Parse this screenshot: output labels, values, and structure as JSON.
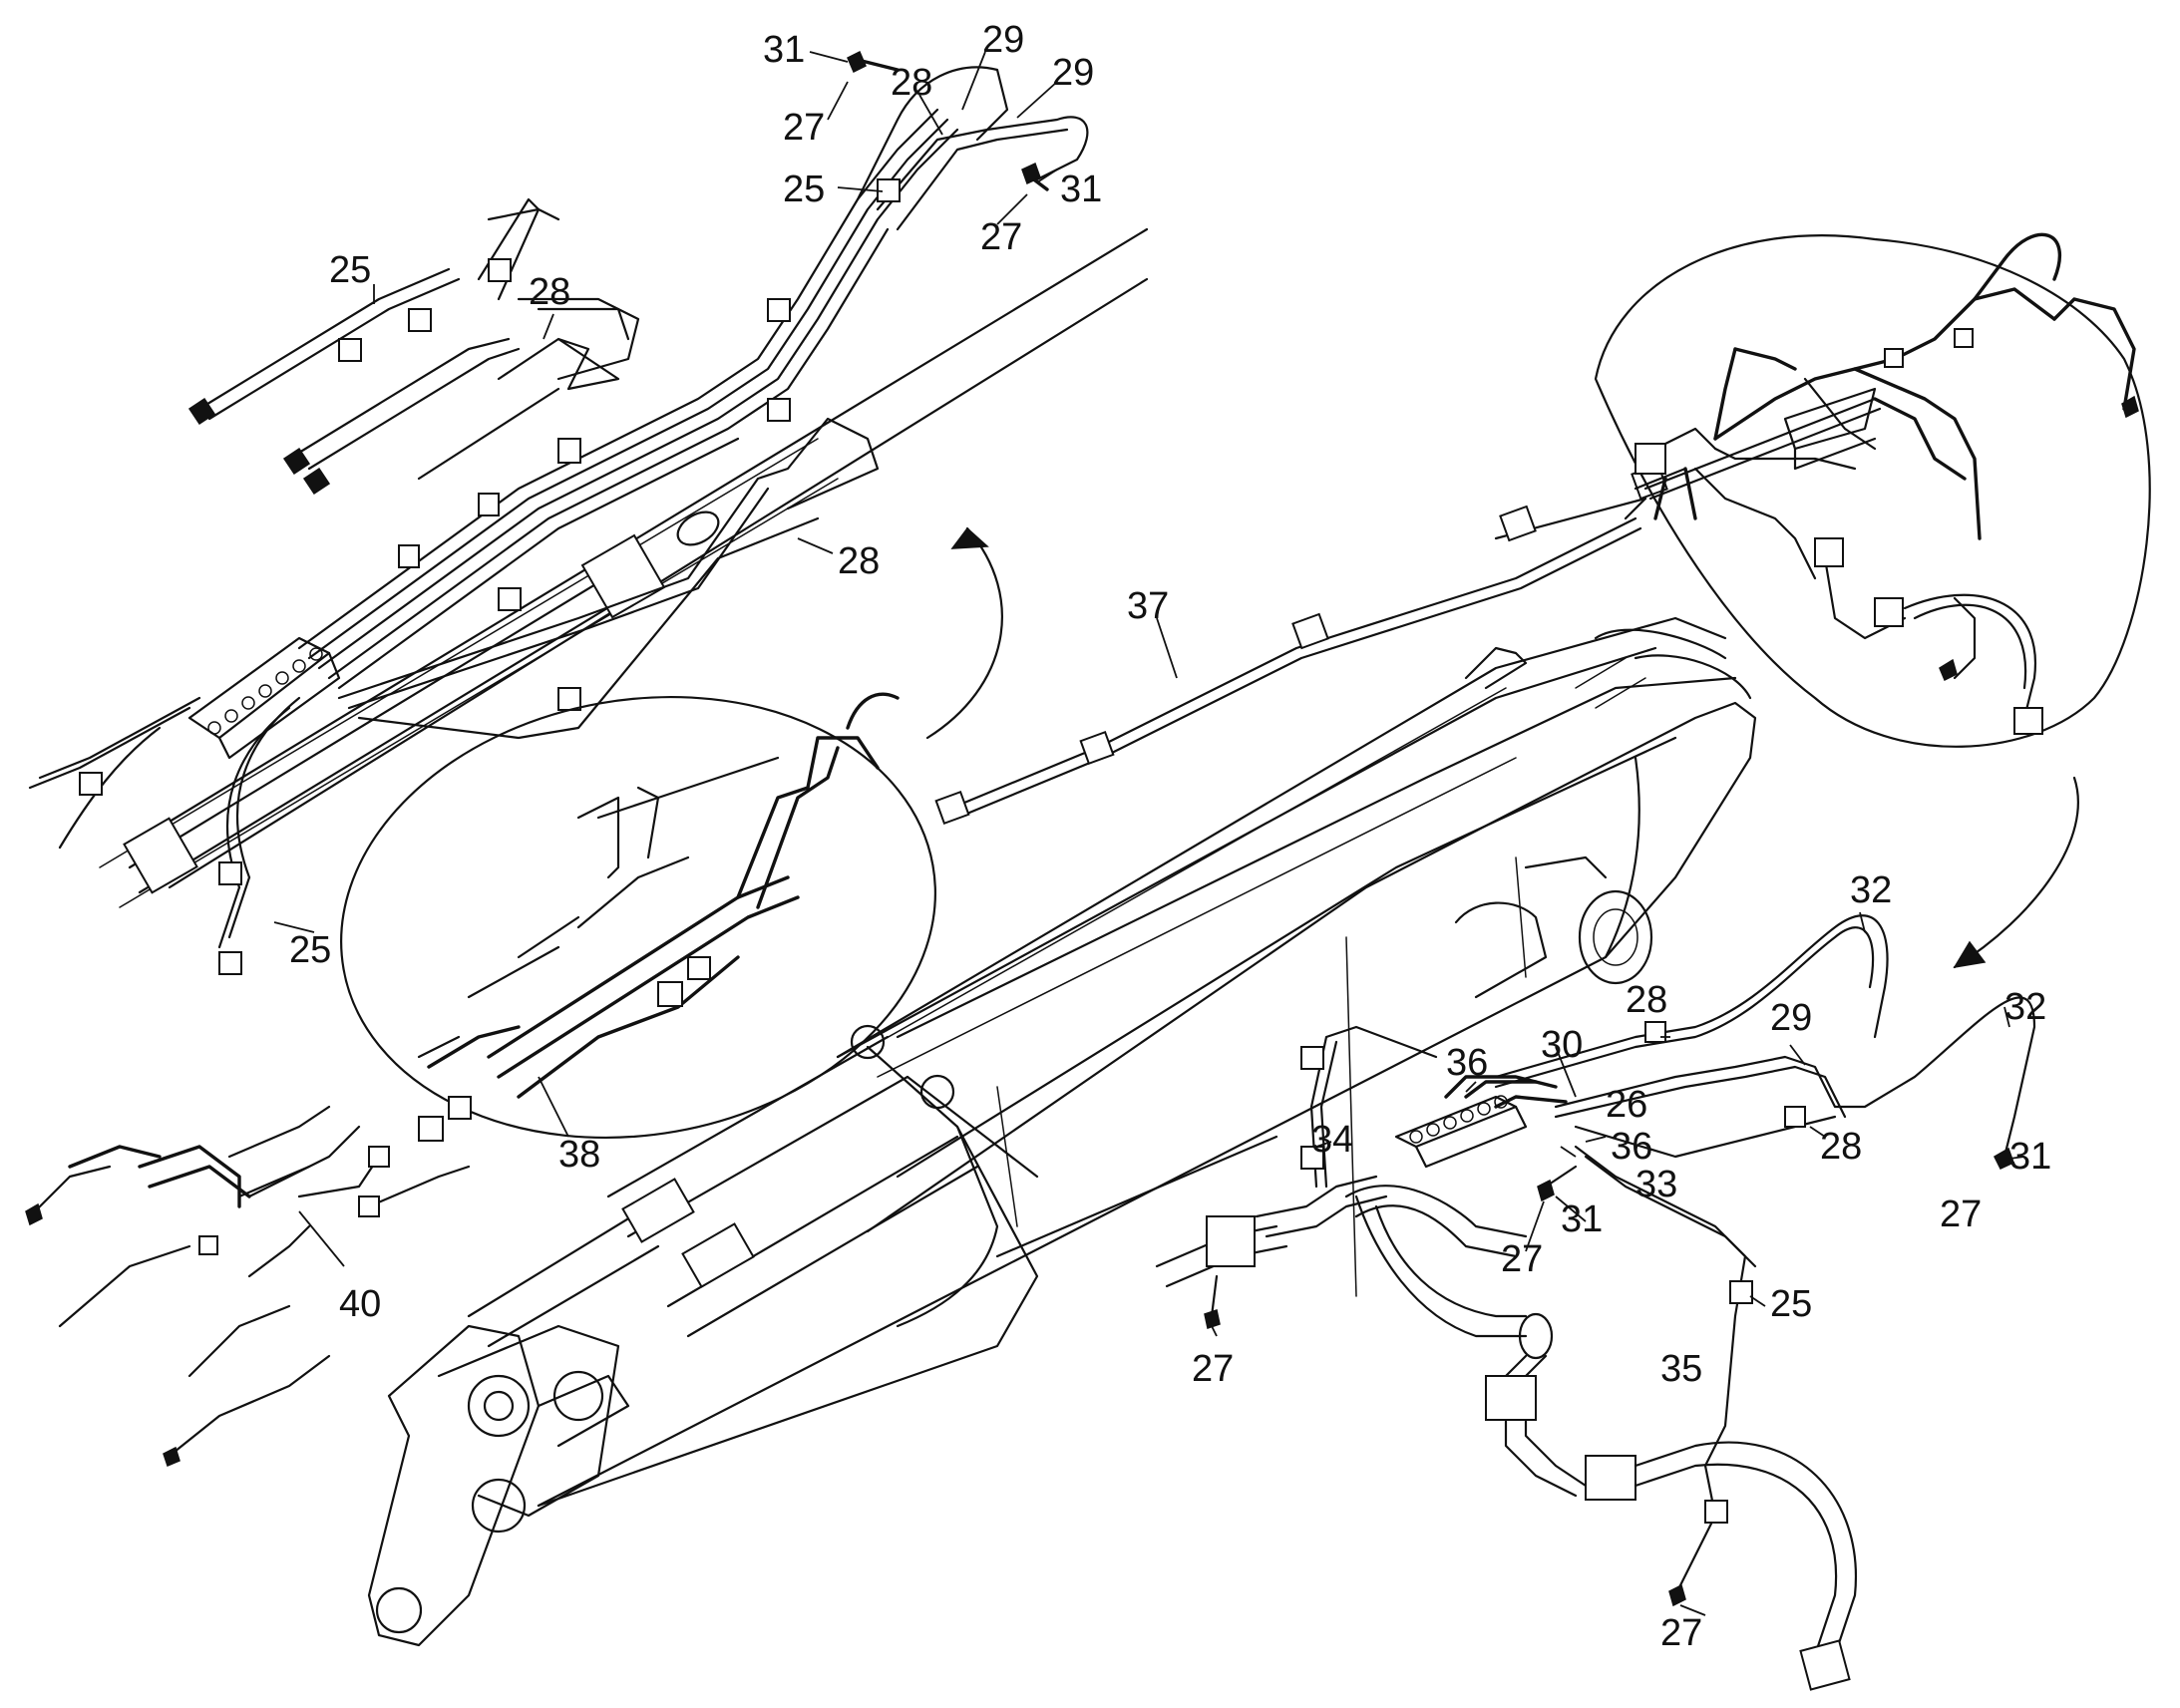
{
  "callouts": [
    {
      "id": "c1",
      "text": "31"
    },
    {
      "id": "c2",
      "text": "29"
    },
    {
      "id": "c3",
      "text": "29"
    },
    {
      "id": "c4",
      "text": "28"
    },
    {
      "id": "c5",
      "text": "27"
    },
    {
      "id": "c6",
      "text": "25"
    },
    {
      "id": "c7",
      "text": "31"
    },
    {
      "id": "c8",
      "text": "27"
    },
    {
      "id": "c9",
      "text": "25"
    },
    {
      "id": "c10",
      "text": "28"
    },
    {
      "id": "c11",
      "text": "28"
    },
    {
      "id": "c12",
      "text": "25"
    },
    {
      "id": "c13",
      "text": "37"
    },
    {
      "id": "c14",
      "text": "38"
    },
    {
      "id": "c15",
      "text": "40"
    },
    {
      "id": "c16",
      "text": "32"
    },
    {
      "id": "c17",
      "text": "28"
    },
    {
      "id": "c18",
      "text": "32"
    },
    {
      "id": "c19",
      "text": "30"
    },
    {
      "id": "c20",
      "text": "29"
    },
    {
      "id": "c21",
      "text": "36"
    },
    {
      "id": "c22",
      "text": "26"
    },
    {
      "id": "c23",
      "text": "34"
    },
    {
      "id": "c24",
      "text": "36"
    },
    {
      "id": "c25",
      "text": "28"
    },
    {
      "id": "c26",
      "text": "31"
    },
    {
      "id": "c27",
      "text": "33"
    },
    {
      "id": "c28",
      "text": "31"
    },
    {
      "id": "c29",
      "text": "27"
    },
    {
      "id": "c30",
      "text": "27"
    },
    {
      "id": "c31",
      "text": "25"
    },
    {
      "id": "c32",
      "text": "27"
    },
    {
      "id": "c33",
      "text": "35"
    },
    {
      "id": "c34",
      "text": "27"
    }
  ]
}
